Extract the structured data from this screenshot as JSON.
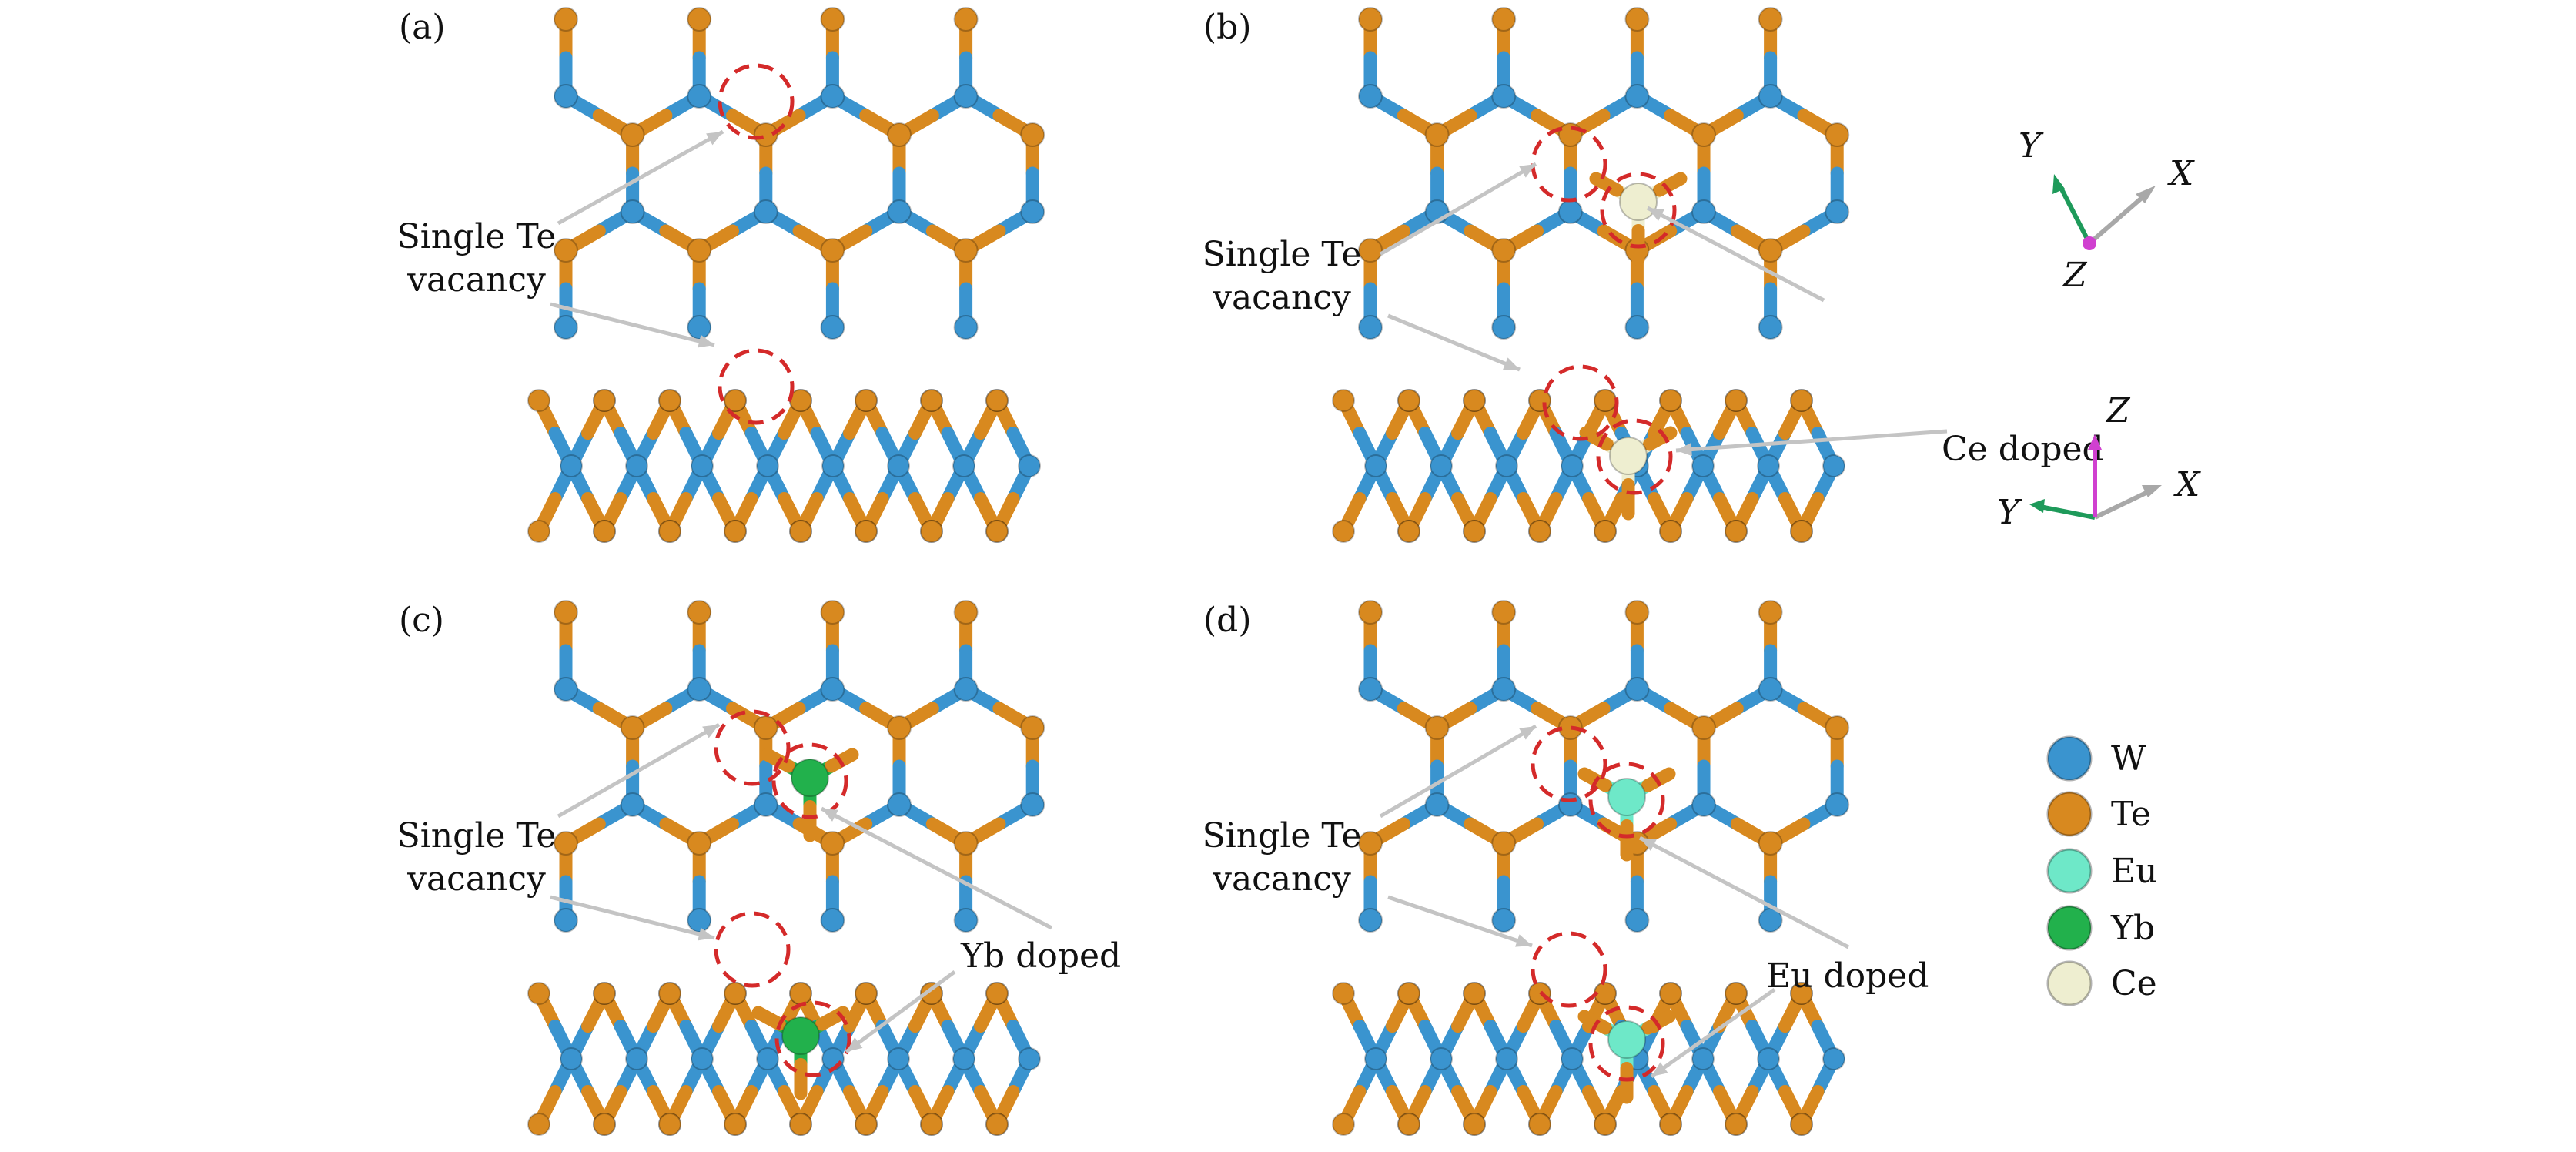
{
  "panels": [
    {
      "label": "(a)",
      "vacancy_line1": "Single Te",
      "vacancy_line2": "vacancy",
      "dopant": null,
      "dopant_label": null
    },
    {
      "label": "(b)",
      "vacancy_line1": "Single Te",
      "vacancy_line2": "vacancy",
      "dopant": "Ce",
      "dopant_label": "Ce doped"
    },
    {
      "label": "(c)",
      "vacancy_line1": "Single Te",
      "vacancy_line2": "vacancy",
      "dopant": "Yb",
      "dopant_label": "Yb doped"
    },
    {
      "label": "(d)",
      "vacancy_line1": "Single Te",
      "vacancy_line2": "vacancy",
      "dopant": "Eu",
      "dopant_label": "Eu doped"
    }
  ],
  "axes_top_view": {
    "x": "X",
    "y": "Y",
    "z": "Z"
  },
  "axes_side_view": {
    "x": "X",
    "y": "Y",
    "z": "Z"
  },
  "legend": [
    {
      "element": "W",
      "color": "#3a94cf"
    },
    {
      "element": "Te",
      "color": "#d8891f"
    },
    {
      "element": "Eu",
      "color": "#6ee8c8"
    },
    {
      "element": "Yb",
      "color": "#22b14c"
    },
    {
      "element": "Ce",
      "color": "#eeeed0"
    }
  ],
  "colors": {
    "vacancy_circle": "#d42a2a",
    "arrow": "#c4c4c4",
    "axis_x": "#a8a8a8",
    "axis_y": "#1e9a5a",
    "axis_z": "#d040d0"
  }
}
